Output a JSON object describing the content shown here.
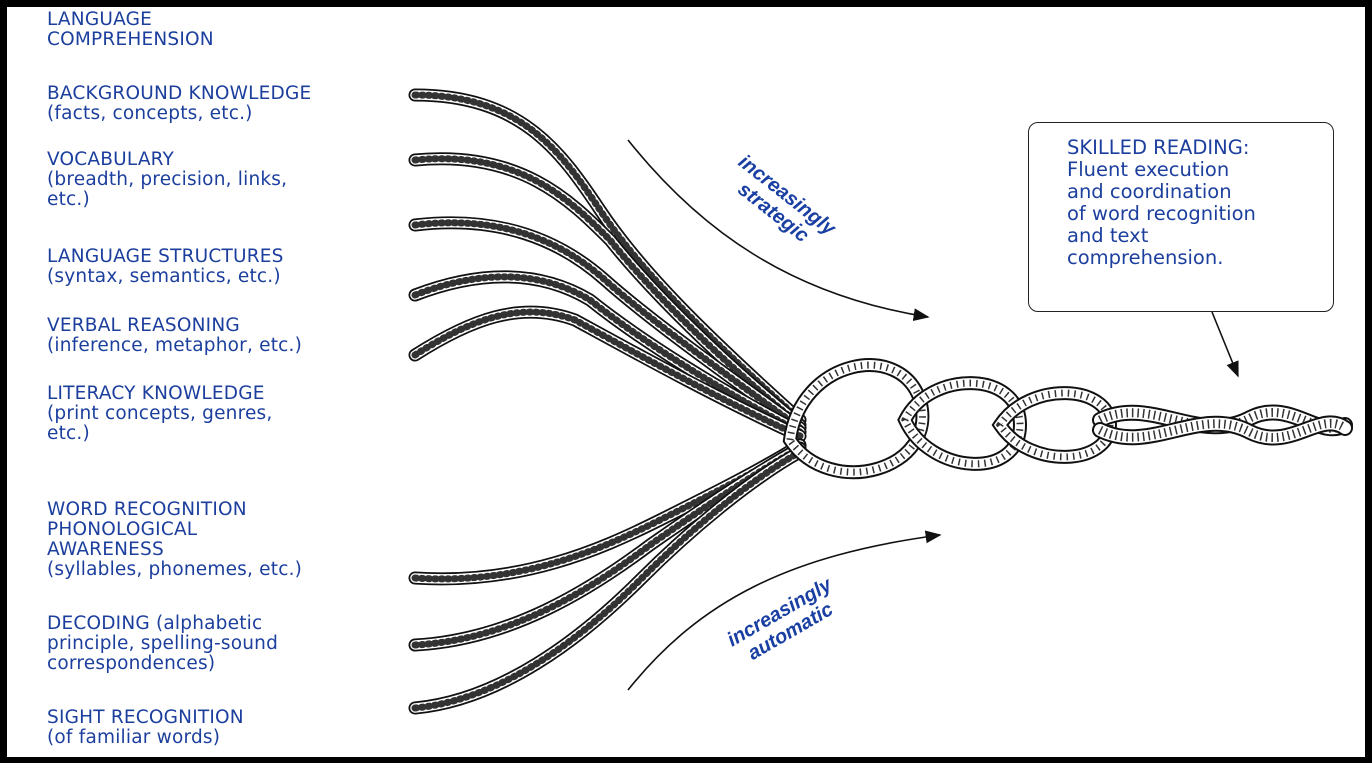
{
  "title": {
    "line1": "LANGUAGE",
    "line2": "COMPREHENSION"
  },
  "comprehension_strands": [
    {
      "name": "BACKGROUND KNOWLEDGE",
      "detail": "(facts, concepts, etc.)"
    },
    {
      "name": "VOCABULARY",
      "detail": "(breadth, precision, links,",
      "detail2": "etc.)"
    },
    {
      "name": "LANGUAGE STRUCTURES",
      "detail": "(syntax, semantics, etc.)"
    },
    {
      "name": "VERBAL REASONING",
      "detail": "(inference, metaphor, etc.)"
    },
    {
      "name": "LITERACY KNOWLEDGE",
      "detail": "(print concepts, genres,",
      "detail2": "etc.)"
    }
  ],
  "word_recognition": {
    "line1": "WORD RECOGNITION",
    "line2": "PHONOLOGICAL",
    "line3": "AWARENESS",
    "line4": "(syllables, phonemes, etc.)"
  },
  "recognition_strands": [
    {
      "line1": "DECODING (alphabetic",
      "line2": "principle, spelling-sound",
      "line3": "correspondences)"
    },
    {
      "line1": "SIGHT RECOGNITION",
      "line2": "(of familiar words)"
    }
  ],
  "arrow_labels": {
    "strategic": "increasingly\nstrategic",
    "automatic": "increasingly\nautomatic"
  },
  "callout": {
    "text": "SKILLED READING:\nFluent execution\nand coordination\nof word recognition\nand text\ncomprehension."
  },
  "colors": {
    "text": "#1c3f9e",
    "arrow_label": "#1a3fa3",
    "line": "#111111"
  }
}
